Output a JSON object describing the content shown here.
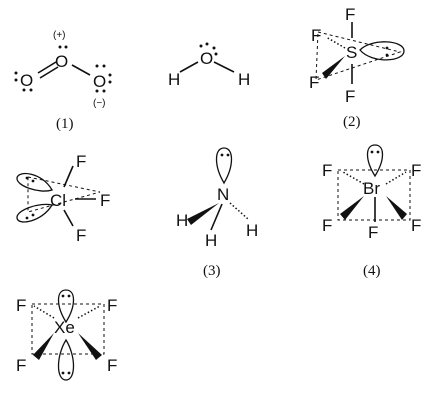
{
  "structures": [
    {
      "label": "(1)",
      "atoms": {
        "o_center": "O",
        "o_left": "O",
        "o_right": "O",
        "o_water": "O",
        "h_left": "H",
        "h_right": "H"
      },
      "charges": {
        "plus": "(+)",
        "minus": "(−)"
      }
    },
    {
      "label": "(2)",
      "atoms": {
        "s": "S",
        "f_top": "F",
        "f_left_top": "F",
        "f_left_bottom": "F",
        "f_bottom": "F"
      }
    },
    {
      "label": "",
      "atoms": {
        "cl": "Cl",
        "f_top": "F",
        "f_right": "F",
        "f_bottom": "F"
      }
    },
    {
      "label": "(3)",
      "atoms": {
        "n": "N",
        "h_left": "H",
        "h_bottom": "H",
        "h_right": "H"
      }
    },
    {
      "label": "(4)",
      "atoms": {
        "br": "Br",
        "f_tl": "F",
        "f_tr": "F",
        "f_bl": "F",
        "f_bc": "F",
        "f_br": "F"
      }
    },
    {
      "label": "",
      "atoms": {
        "xe": "Xe",
        "f_tl": "F",
        "f_tr": "F",
        "f_bl": "F",
        "f_br": "F"
      }
    }
  ],
  "style": {
    "ink": "#111111",
    "background": "#ffffff"
  }
}
